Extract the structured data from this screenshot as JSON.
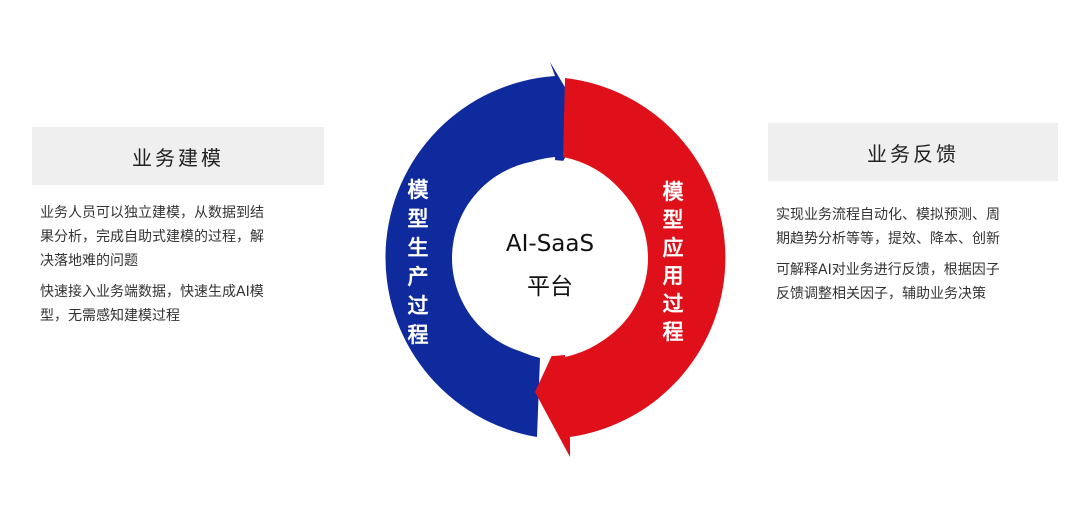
{
  "left_panel": {
    "title": "业务建模",
    "paragraphs": [
      [
        "业务人员可以独立建模，从数据到结",
        "果分析，完成自助式建模的过程，解",
        "决落地难的问题"
      ],
      [
        "快速接入业务端数据，快速生成AI模",
        "型，无需感知建模过程"
      ]
    ]
  },
  "right_panel": {
    "title": "业务反馈",
    "paragraphs": [
      [
        "实现业务流程自动化、模拟预测、周",
        "期趋势分析等等，提效、降本、创新"
      ],
      [
        "可解释AI对业务进行反馈，根据因子",
        "反馈调整相关因子，辅助业务决策"
      ]
    ]
  },
  "cycle": {
    "left_label": [
      "模",
      "型",
      "生",
      "产",
      "过",
      "程"
    ],
    "right_label": [
      "模",
      "型",
      "应",
      "用",
      "过",
      "程"
    ],
    "center_lines": [
      "AI-SaaS",
      "平台"
    ],
    "left_color": "#0f2a9c",
    "right_color": "#e0101b"
  }
}
